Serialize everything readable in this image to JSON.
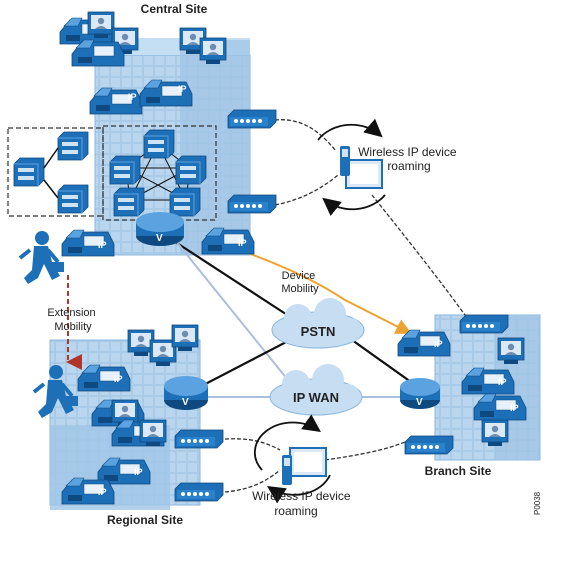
{
  "labels": {
    "central_site": "Central Site",
    "regional_site": "Regional Site",
    "branch_site": "Branch Site",
    "wireless_roaming_top": [
      "Wireless IP device",
      "roaming"
    ],
    "wireless_roaming_bottom": [
      "Wireless IP device",
      "roaming"
    ],
    "device_mobility": [
      "Device",
      "Mobility"
    ],
    "extension_mobility": [
      "Extension",
      "Mobility"
    ],
    "pstn": "PSTN",
    "ip_wan": "IP WAN",
    "figure_id": "P0038"
  },
  "device_text": {
    "ip": "IP",
    "voice_router": "V"
  },
  "colors": {
    "building": "#a9cbe8",
    "building_dark": "#7fb0da",
    "device": "#1d6fb8",
    "device_light": "#5aa2e0",
    "cloud": "#c6ddf2",
    "device_mobility_arrow": "#f0a22e",
    "extension_arrow": "#b0352b",
    "wan_link": "#a9bfdc",
    "pstn_link": "#111111"
  }
}
